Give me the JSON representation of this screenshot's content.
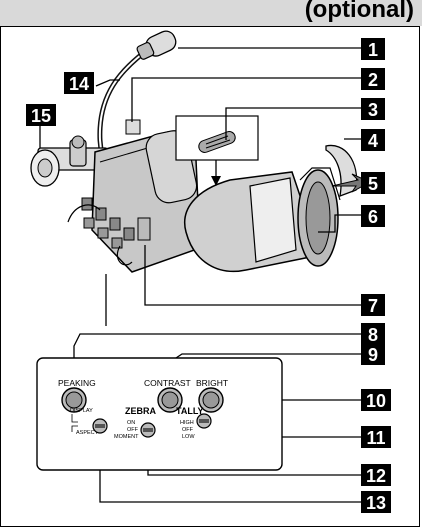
{
  "header": {
    "title": "(optional)"
  },
  "callouts": [
    "1",
    "2",
    "3",
    "4",
    "5",
    "6",
    "7",
    "8",
    "9",
    "10",
    "11",
    "12",
    "13",
    "14",
    "15"
  ],
  "panel": {
    "buttons": [
      "PEAKING",
      "CONTRAST",
      "BRIGHT"
    ],
    "zebra": {
      "label": "ZEBRA",
      "opts": [
        "ON",
        "OFF",
        "MOMENT"
      ]
    },
    "tally": {
      "label": "TALLY",
      "opts": [
        "HIGH",
        "OFF",
        "LOW"
      ]
    },
    "display": {
      "top": "DISPLAY",
      "bottom": "ASPECT"
    }
  },
  "colors": {
    "callout_bg": "#000000",
    "header_bg": "#d9d9d9",
    "body_gray": "#c8c8c8"
  }
}
